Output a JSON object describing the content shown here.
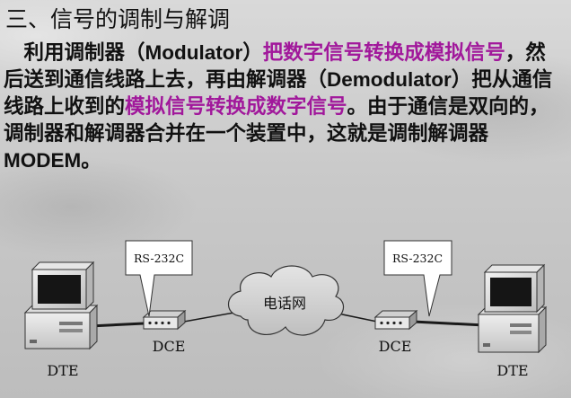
{
  "heading": "三、信号的调制与解调",
  "paragraph": {
    "indent": "　",
    "p1": "利用调制器（",
    "term_modulator": "Modulator",
    "p2": "）",
    "hl1": "把数字信号转换成模拟信号",
    "p3": "，然后送到通信线路上去，再由解调器（",
    "term_demodulator": "Demodulator",
    "p4": "）把从通信线路上收到的",
    "hl2": "模拟信号转换成数字信号",
    "p5": "。由于通信是双向的，调制器和解调器合并在一个装置中，这就是调制解调器",
    "term_modem": "MODEM",
    "p6": "。"
  },
  "diagram": {
    "left_interface": "RS-232C",
    "right_interface": "RS-232C",
    "network": "电话网",
    "left_dce": "DCE",
    "right_dce": "DCE",
    "left_dte": "DTE",
    "right_dte": "DTE"
  },
  "colors": {
    "highlight": "#a1189b",
    "text": "#111111"
  }
}
